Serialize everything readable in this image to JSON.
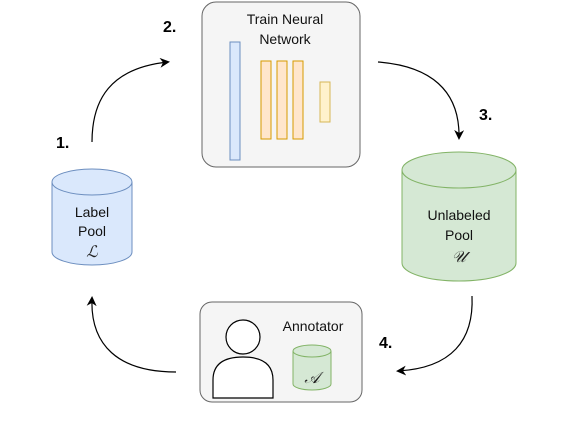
{
  "steps": [
    "1.",
    "2.",
    "3.",
    "4."
  ],
  "train_box": {
    "title_line1": "Train Neural",
    "title_line2": "Network"
  },
  "label_pool": {
    "line1": "Label",
    "line2": "Pool",
    "symbol": "ℒ"
  },
  "unlabeled_pool": {
    "line1": "Unlabeled",
    "line2": "Pool",
    "symbol": "𝒰"
  },
  "annotator": {
    "title": "Annotator",
    "symbol": "𝒜"
  },
  "colors": {
    "label_fill": "#dae8fc",
    "label_stroke": "#6c8ebf",
    "unlabeled_fill": "#d5e8d4",
    "unlabeled_stroke": "#82b366",
    "layer_fill": "#ffe6cc",
    "layer_stroke": "#d79b00",
    "output_fill": "#fff2cc",
    "output_stroke": "#d6b656",
    "box_fill": "#f5f5f5",
    "box_stroke": "#666666"
  }
}
